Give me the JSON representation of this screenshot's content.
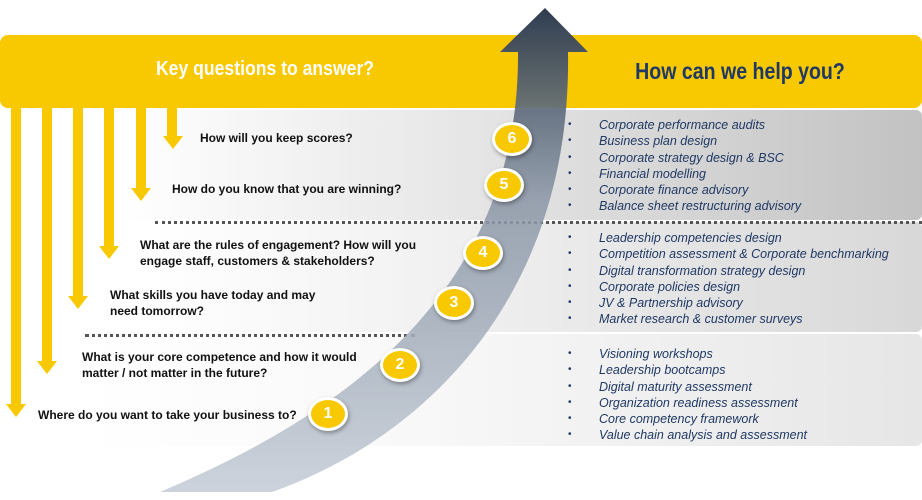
{
  "header": {
    "left_title": "Key questions to answer?",
    "right_title": "How can we help you?"
  },
  "colors": {
    "yellow": "#F8C800",
    "navy": "#1F3864"
  },
  "questions": [
    {
      "num": "1",
      "text": "Where do you want to take your business to?"
    },
    {
      "num": "2",
      "text": "What is your core competence and how it would matter / not matter in the future?"
    },
    {
      "num": "3",
      "text": "What skills you have today and may need tomorrow?"
    },
    {
      "num": "4",
      "text": "What are the rules of engagement? How will you engage staff, customers & stakeholders?"
    },
    {
      "num": "5",
      "text": "How do you know that you are winning?"
    },
    {
      "num": "6",
      "text": "How will you keep scores?"
    }
  ],
  "services": {
    "group1": [
      "Corporate performance audits",
      "Business plan design",
      "Corporate strategy design & BSC",
      "Financial modelling",
      "Corporate finance advisory",
      "Balance sheet restructuring advisory"
    ],
    "group2": [
      "Leadership competencies design",
      "Competition assessment  & Corporate benchmarking",
      "Digital transformation strategy design",
      "Corporate policies design",
      "JV & Partnership advisory",
      "Market research & customer surveys"
    ],
    "group3": [
      "Visioning workshops",
      "Leadership bootcamps",
      "Digital maturity assessment",
      "Organization readiness assessment",
      "Core competency framework",
      "Value chain analysis and assessment"
    ]
  }
}
